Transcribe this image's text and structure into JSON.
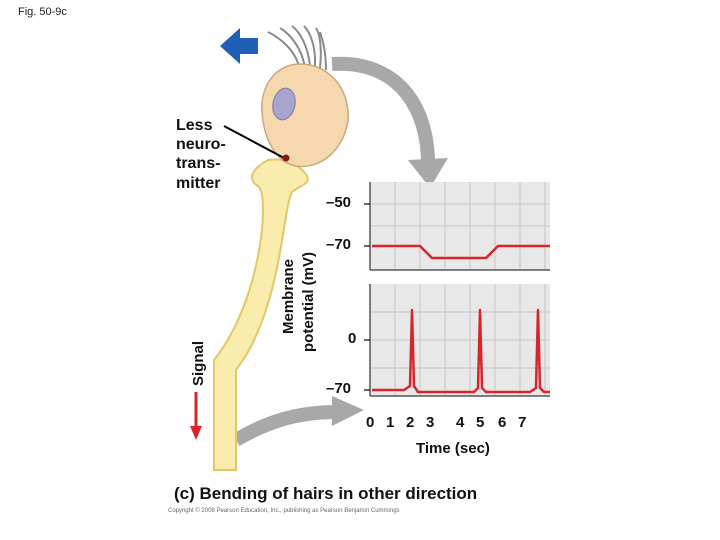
{
  "figure_label": "Fig. 50-9c",
  "cell": {
    "label_lines": [
      "Less",
      "neuro-",
      "trans-",
      "mitter"
    ]
  },
  "signal_label": "Signal",
  "membrane": {
    "ylabel_lines": [
      "Membrane",
      "potential (mV)"
    ],
    "top_ticks": [
      "–50",
      "–70"
    ],
    "bottom_ticks": [
      "0",
      "–70"
    ]
  },
  "time_axis": {
    "ticks": [
      "0",
      "1",
      "2",
      "3",
      "4",
      "5",
      "6",
      "7"
    ],
    "label": "Time (sec)"
  },
  "caption": "(c) Bending of hairs in other direction",
  "copyright": "Copyright © 2008 Pearson Education, Inc., publishing as Pearson Benjamin Cummings",
  "colors": {
    "trace": "#d7262b",
    "graph_bg": "#e8e8e8",
    "grid": "#c4c4c4",
    "cell_fill": "#f6d8ae",
    "nucleus": "#a9a3cf",
    "neuron": "#f9ecad",
    "neuron_edge": "#e2c768",
    "arrow_blue": "#1f5fb5",
    "arrow_gray": "#a8a8a8"
  }
}
